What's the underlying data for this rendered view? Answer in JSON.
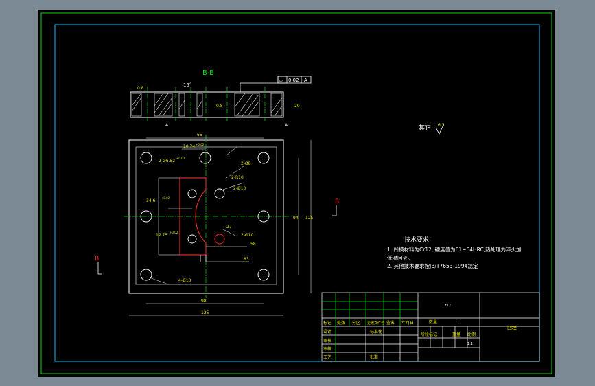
{
  "section_label": "B-B",
  "section_markers": {
    "left": "B",
    "right": "B"
  },
  "top_view": {
    "flatness_frame": {
      "symbol": "⏥",
      "value": "0.02",
      "datum": "A"
    },
    "roughness_left": "0.8",
    "angle_label": "15°",
    "roughness_mid": "0.8",
    "datum_left": "A",
    "datum_right": "A",
    "thickness": "20"
  },
  "plan_view": {
    "dim_top_width": "65",
    "dim_slot": "10.74",
    "dim_slot_tol": "+0.02",
    "dim_pin": "2-Ø6.52",
    "dim_pin_tol": "+0.02",
    "dim_dia8": "2-Ø8",
    "dim_r10": "2-R10",
    "dim_2phi10": "2-Ø10",
    "dim_left_h": "34.6",
    "dim_left_h_tol": "+0.02",
    "dim_left_small": "12.75",
    "dim_left_small_tol": "+0.02",
    "dim_27": "27",
    "dim_2phi10_b": "2-Ø10",
    "dim_58": "58",
    "dim_83": "83",
    "dim_4phi10": "4-Ø10",
    "dim_right_inner": "94",
    "dim_right_outer": "125",
    "dim_bottom_inner": "98",
    "dim_bottom_outer": "125"
  },
  "other_roughness": {
    "label": "其它",
    "value": "6.3"
  },
  "technical_requirements": {
    "title": "技术要求:",
    "items": [
      "1. 凹模材料为Cr12, 硬度值为61~64HRC,热处理为淬火加",
      "   低温回火。",
      "2. 其他技术要求按JB/T7653-1994规定"
    ]
  },
  "title_block": {
    "rev_headers": [
      "标记",
      "处数",
      "分区",
      "更改文件号",
      "签名",
      "年月日"
    ],
    "left_roles": [
      "设计",
      "审核",
      "审核",
      "工艺"
    ],
    "standardize": "标准化",
    "approve": "批准",
    "material": "Cr12",
    "stage_mark": "阶段标记",
    "weight": "重量",
    "scale": "比例",
    "scale_value": "1:1",
    "quantity_label": "数量",
    "quantity_value": "1",
    "part_name": "凹模"
  },
  "colors": {
    "background": "#000000",
    "window": "#7c8a95",
    "border_green": "#00e000",
    "frame_cyan": "#00c0ff",
    "part_white": "#ffffff",
    "dim_yellow": "#e8e800",
    "cut_red": "#ff3030"
  }
}
